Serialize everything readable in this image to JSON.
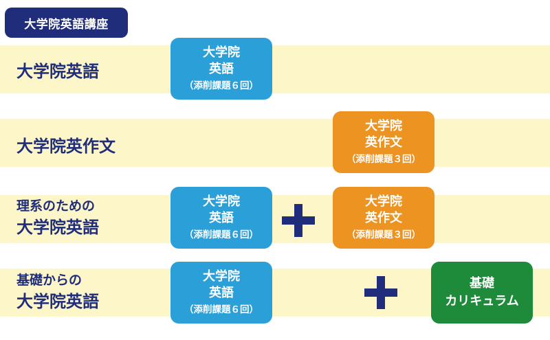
{
  "header": {
    "title": "大学院英語講座"
  },
  "rows": [
    {
      "label": "大学院英語"
    },
    {
      "label": "大学院英作文"
    },
    {
      "label_line1": "理系のための",
      "label_line2": "大学院英語"
    },
    {
      "label_line1": "基礎からの",
      "label_line2": "大学院英語"
    }
  ],
  "courses": {
    "english": {
      "line1": "大学院",
      "line2": "英語",
      "note": "（添削課題６回）"
    },
    "composition": {
      "line1": "大学院",
      "line2": "英作文",
      "note": "（添削課題３回）"
    },
    "basic": {
      "line1": "基礎",
      "line2": "カリキュラム"
    }
  },
  "colors": {
    "navy": "#1f2d7a",
    "band": "#fdf6c8",
    "english_box": "#2a9fd8",
    "composition_box": "#ec9321",
    "basic_box": "#1d8b3a"
  },
  "icons": {
    "plus": "plus-icon"
  }
}
